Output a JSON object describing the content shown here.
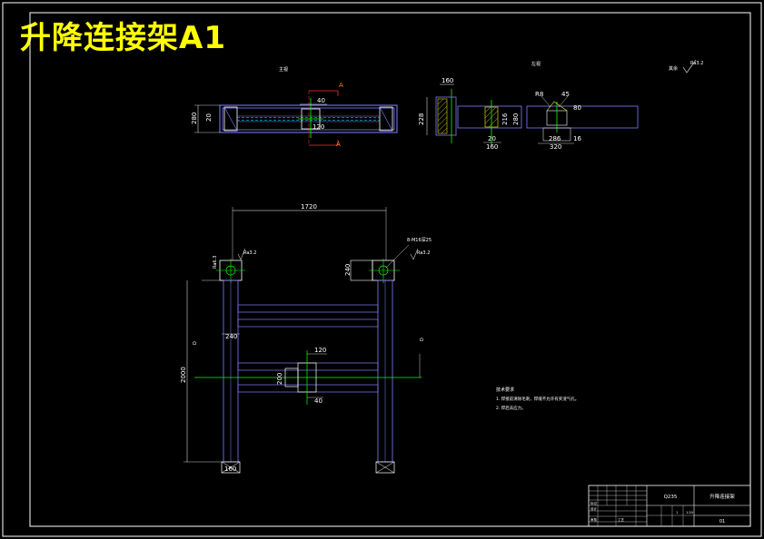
{
  "sheet": {
    "title": "升降连接架A1"
  },
  "top_view": {
    "label": "主视",
    "dims": {
      "height": "280",
      "inner": "20",
      "width_a": "40",
      "width_b": "120"
    },
    "section_mark": "A"
  },
  "side_view": {
    "label": "左视",
    "dims": {
      "height": "228",
      "top": "160",
      "d216": "216",
      "d280": "280",
      "d20": "20",
      "d160": "160"
    }
  },
  "section_detail": {
    "r_label": "R8",
    "angle_label": "45",
    "dims": {
      "d80": "80",
      "d286": "286",
      "d320": "320",
      "d16": "16"
    }
  },
  "roughness_global": {
    "label": "其余",
    "value": "Ra3.2"
  },
  "front_view": {
    "dims": {
      "overall_width": "1720",
      "overall_height": "2000",
      "d240_left": "240",
      "d240_right": "240",
      "d160": "160",
      "d120": "120",
      "d200": "200",
      "d40": "40"
    },
    "roughness_left": "Ra6.3",
    "roughness_right": "Ra3.2",
    "hole_callout": "8-M16深25",
    "center_mark": "D"
  },
  "notes": {
    "heading": "技术要求",
    "items": [
      "1. 焊接前清除毛刺，焊缝不允许有夹渣气孔。",
      "2. 焊后去应力。"
    ]
  },
  "title_block": {
    "material": "Q235",
    "drawing_name": "升降连接架",
    "scale": "1:20",
    "sheet_no": "01",
    "rows": [
      "标记",
      "设计",
      "审核",
      "工艺"
    ],
    "qty": "1"
  }
}
